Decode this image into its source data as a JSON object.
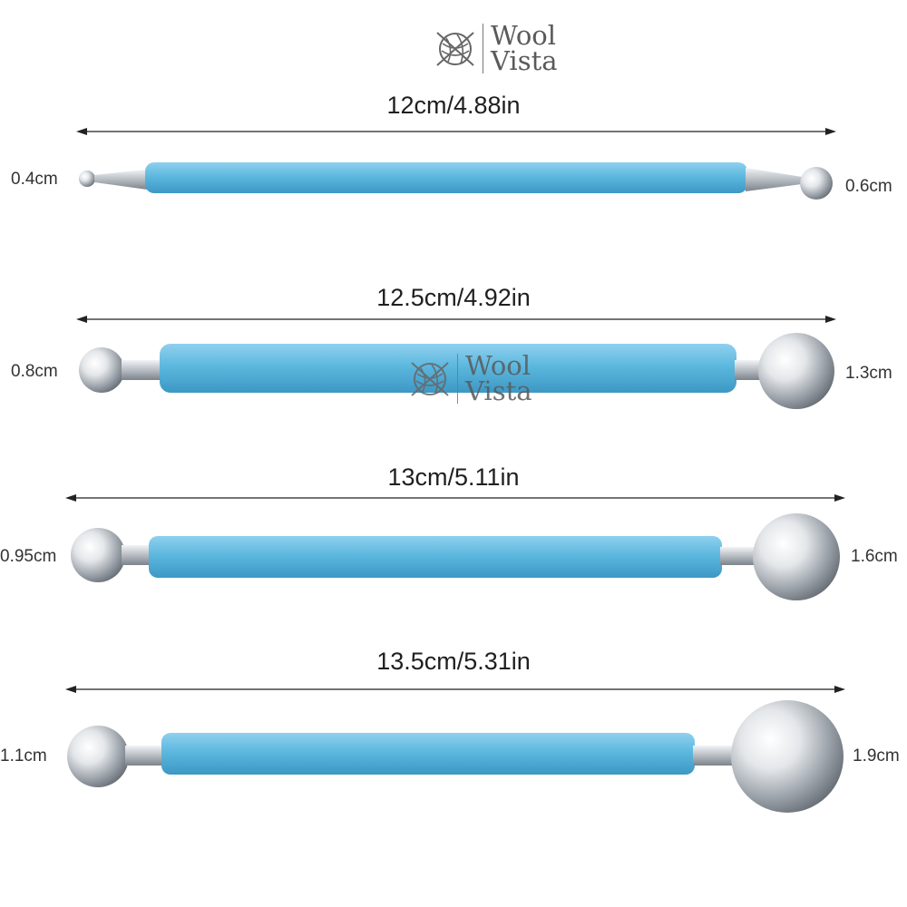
{
  "logo": {
    "line1": "Wool",
    "line2": "Vista"
  },
  "tools": [
    {
      "length": "12cm/4.88in",
      "left_tip": "0.4cm",
      "right_tip": "0.6cm"
    },
    {
      "length": "12.5cm/4.92in",
      "left_tip": "0.8cm",
      "right_tip": "1.3cm"
    },
    {
      "length": "13cm/5.11in",
      "left_tip": "0.95cm",
      "right_tip": "1.6cm"
    },
    {
      "length": "13.5cm/5.31in",
      "left_tip": "1.1cm",
      "right_tip": "1.9cm"
    }
  ],
  "colors": {
    "handle": "#5db8df",
    "handle_dark": "#3c98c4",
    "metal": "#c9ced3"
  }
}
